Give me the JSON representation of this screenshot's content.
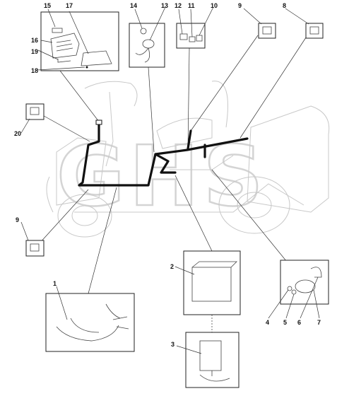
{
  "watermark": "GHS",
  "callouts": {
    "c1": "1",
    "c2": "2",
    "c3": "3",
    "c4": "4",
    "c5": "5",
    "c6": "6",
    "c7": "7",
    "c8": "8",
    "c9a": "9",
    "c9b": "9",
    "c10": "10",
    "c11": "11",
    "c12": "12",
    "c13": "13",
    "c14": "14",
    "c15": "15",
    "c16": "16",
    "c17": "17",
    "c18": "18",
    "c19": "19",
    "c20": "20"
  },
  "colors": {
    "line": "#111111",
    "watermark": "#d4d4d4",
    "background": "#ffffff"
  }
}
